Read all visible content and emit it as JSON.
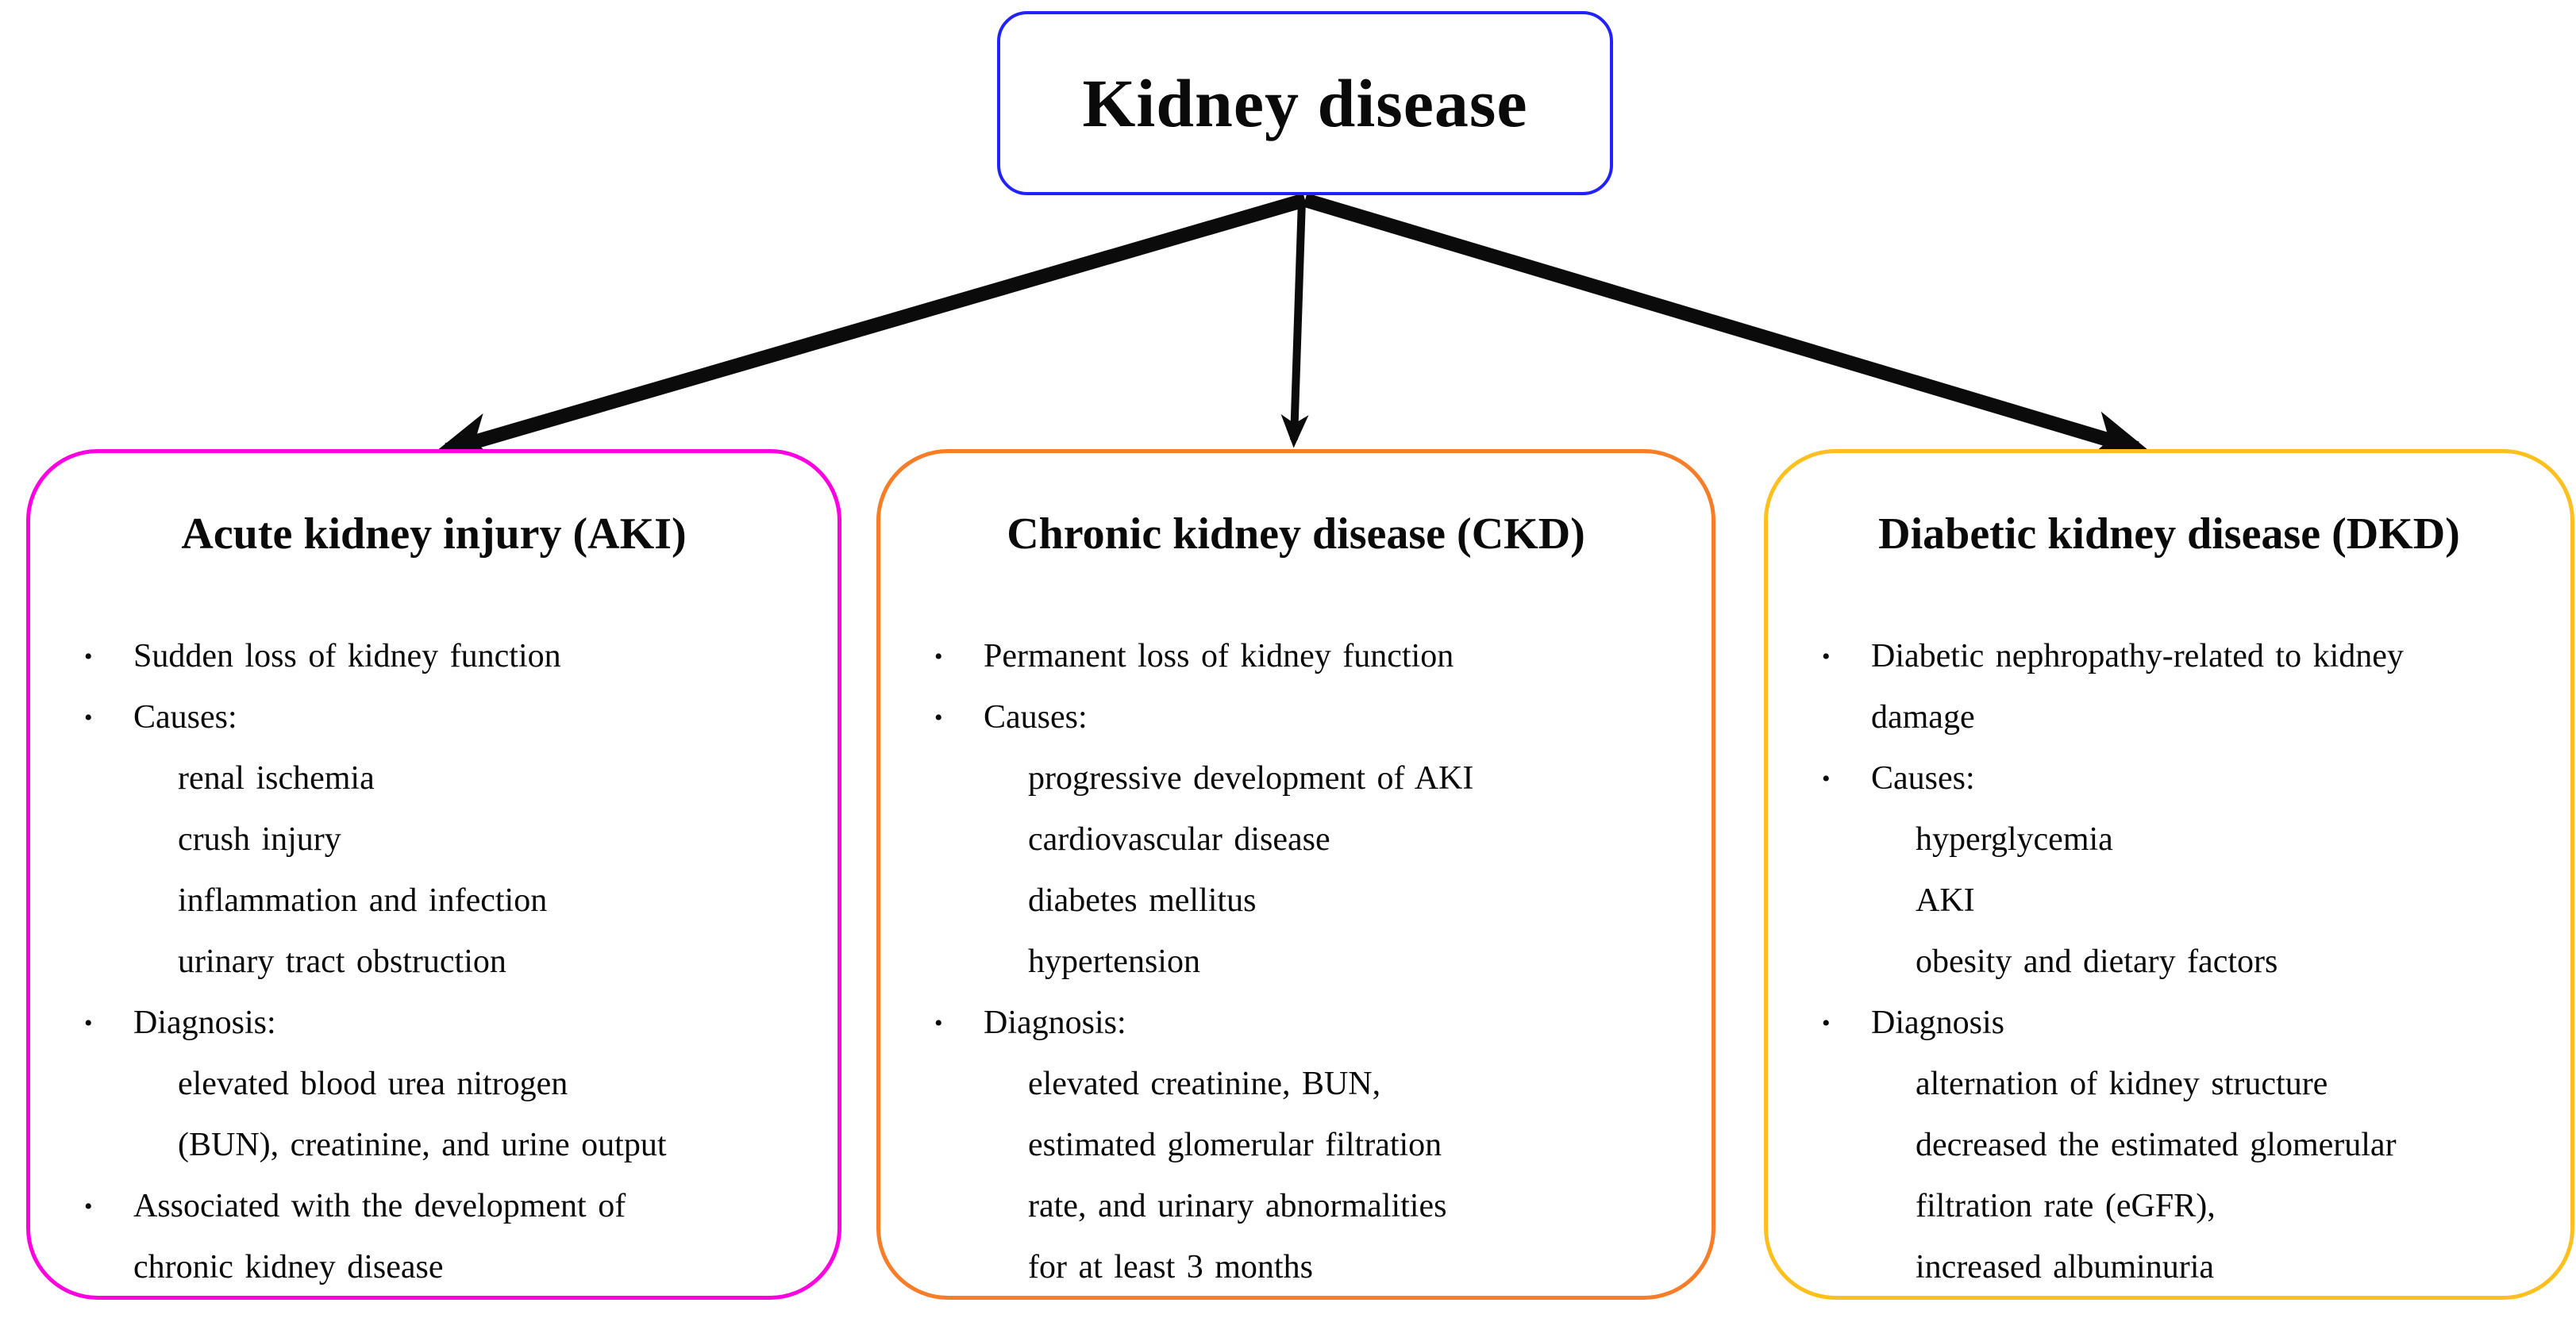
{
  "diagram": {
    "arrow_color": "#0b0b0b",
    "glyphs": {
      "bullet": "•"
    },
    "root": {
      "label": "Kidney disease",
      "border_color": "#2222ff"
    },
    "branches": [
      {
        "id": "aki",
        "header": "Acute kidney injury (AKI)",
        "border_color": "#ff00e1",
        "items": [
          {
            "style": "bullet",
            "text": "Sudden loss of kidney function"
          },
          {
            "style": "bullet",
            "text": "Causes:"
          },
          {
            "style": "sub",
            "text": "renal ischemia"
          },
          {
            "style": "sub",
            "text": "crush injury"
          },
          {
            "style": "sub",
            "text": "inflammation and infection"
          },
          {
            "style": "sub",
            "text": "urinary tract obstruction"
          },
          {
            "style": "bullet",
            "text": "Diagnosis:"
          },
          {
            "style": "sub",
            "text": "elevated blood urea nitrogen"
          },
          {
            "style": "sub",
            "text": "(BUN), creatinine, and urine output"
          },
          {
            "style": "bullet",
            "text": "Associated with the development of"
          },
          {
            "style": "cont",
            "text": "chronic kidney disease"
          }
        ]
      },
      {
        "id": "ckd",
        "header": "Chronic kidney disease (CKD)",
        "border_color": "#f87d28",
        "items": [
          {
            "style": "bullet",
            "text": "Permanent loss of kidney function"
          },
          {
            "style": "bullet",
            "text": "Causes:"
          },
          {
            "style": "sub",
            "text": "progressive development of AKI"
          },
          {
            "style": "sub",
            "text": "cardiovascular disease"
          },
          {
            "style": "sub",
            "text": "diabetes mellitus"
          },
          {
            "style": "sub",
            "text": "hypertension"
          },
          {
            "style": "bullet",
            "text": "Diagnosis:"
          },
          {
            "style": "sub",
            "text": "elevated creatinine, BUN,"
          },
          {
            "style": "sub",
            "text": "estimated glomerular filtration"
          },
          {
            "style": "sub",
            "text": "rate, and urinary abnormalities"
          },
          {
            "style": "sub",
            "text": "for at least 3 months"
          }
        ]
      },
      {
        "id": "dkd",
        "header": "Diabetic kidney disease (DKD)",
        "border_color": "#ffc01e",
        "items": [
          {
            "style": "bullet",
            "text": "Diabetic nephropathy-related to kidney"
          },
          {
            "style": "cont",
            "text": "damage"
          },
          {
            "style": "bullet",
            "text": "Causes:"
          },
          {
            "style": "sub",
            "text": "hyperglycemia"
          },
          {
            "style": "sub",
            "text": "AKI"
          },
          {
            "style": "sub",
            "text": "obesity and dietary factors"
          },
          {
            "style": "bullet",
            "text": "Diagnosis"
          },
          {
            "style": "sub",
            "text": "alternation of kidney structure"
          },
          {
            "style": "sub",
            "text": "decreased the estimated glomerular"
          },
          {
            "style": "sub",
            "text": "filtration rate (eGFR),"
          },
          {
            "style": "sub",
            "text": "increased albuminuria"
          }
        ]
      }
    ]
  }
}
